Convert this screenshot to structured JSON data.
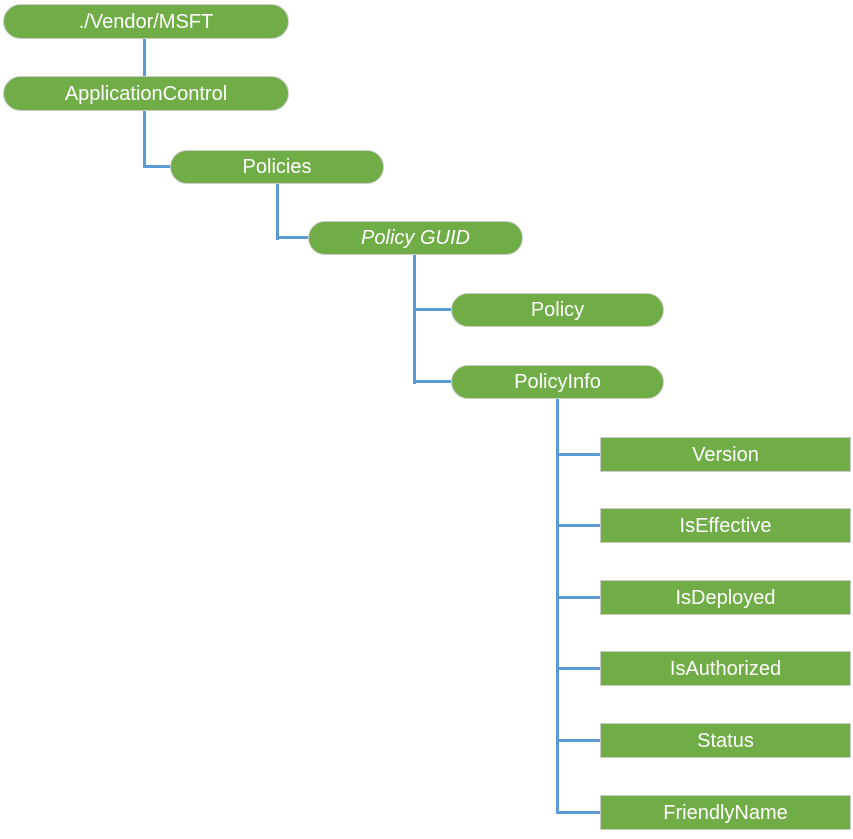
{
  "diagram": {
    "type": "tree",
    "nodes": {
      "vendor_msft": {
        "label": "./Vendor/MSFT",
        "shape": "pill"
      },
      "application_control": {
        "label": "ApplicationControl",
        "shape": "pill"
      },
      "policies": {
        "label": "Policies",
        "shape": "pill"
      },
      "policy_guid": {
        "label": "Policy GUID",
        "shape": "pill",
        "text_style": "italic"
      },
      "policy": {
        "label": "Policy",
        "shape": "pill"
      },
      "policy_info": {
        "label": "PolicyInfo",
        "shape": "pill"
      },
      "version": {
        "label": "Version",
        "shape": "rect"
      },
      "is_effective": {
        "label": "IsEffective",
        "shape": "rect"
      },
      "is_deployed": {
        "label": "IsDeployed",
        "shape": "rect"
      },
      "is_authorized": {
        "label": "IsAuthorized",
        "shape": "rect"
      },
      "status": {
        "label": "Status",
        "shape": "rect"
      },
      "friendly_name": {
        "label": "FriendlyName",
        "shape": "rect"
      }
    },
    "hierarchy": {
      "./Vendor/MSFT": [
        "ApplicationControl"
      ],
      "ApplicationControl": [
        "Policies"
      ],
      "Policies": [
        "Policy GUID"
      ],
      "Policy GUID": [
        "Policy",
        "PolicyInfo"
      ],
      "PolicyInfo": [
        "Version",
        "IsEffective",
        "IsDeployed",
        "IsAuthorized",
        "Status",
        "FriendlyName"
      ]
    },
    "colors": {
      "node_fill": "#70AD47",
      "node_text": "#FFFFFF",
      "node_border": "#CBCBCB",
      "connector": "#5B9BD5"
    }
  }
}
